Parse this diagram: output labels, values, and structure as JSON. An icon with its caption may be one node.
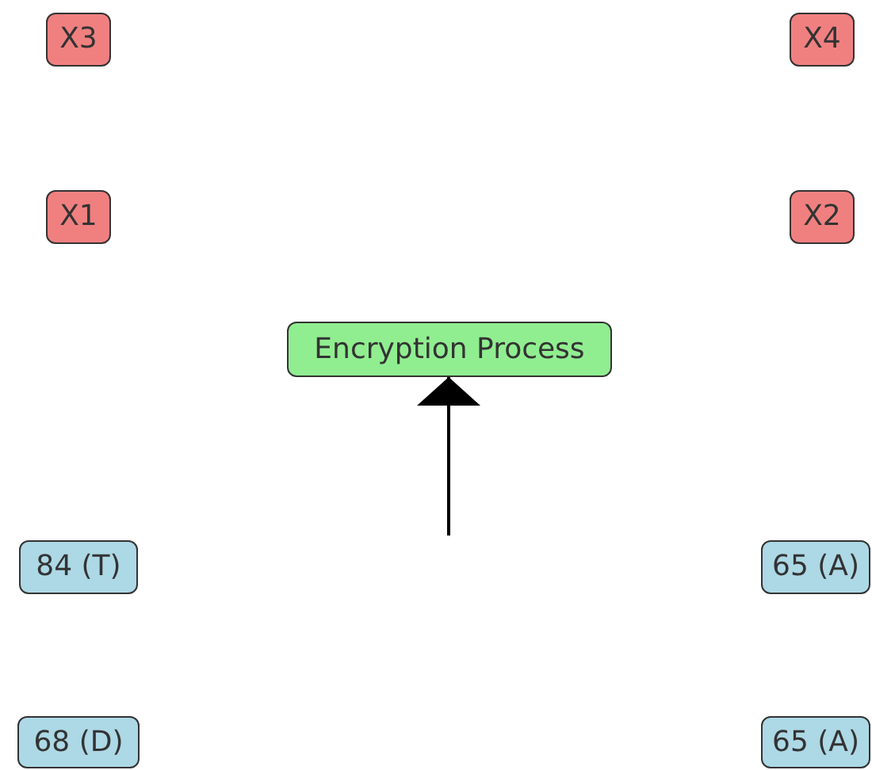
{
  "diagram": {
    "nodes": [
      {
        "text": [
          "X3"
        ]
      },
      {
        "text": [
          "X4"
        ]
      },
      {
        "text": [
          "X1"
        ]
      },
      {
        "text": [
          "X2"
        ]
      },
      {
        "text": [
          "Encryption Process"
        ]
      },
      {
        "text": [
          "84 (T)"
        ]
      },
      {
        "text": [
          "65 (A)"
        ]
      },
      {
        "text": [
          "68 (D)"
        ]
      },
      {
        "text": [
          "65 (A)"
        ]
      }
    ],
    "edges": [
      {
        "from": null,
        "to": 4,
        "arrow": "to"
      }
    ]
  }
}
